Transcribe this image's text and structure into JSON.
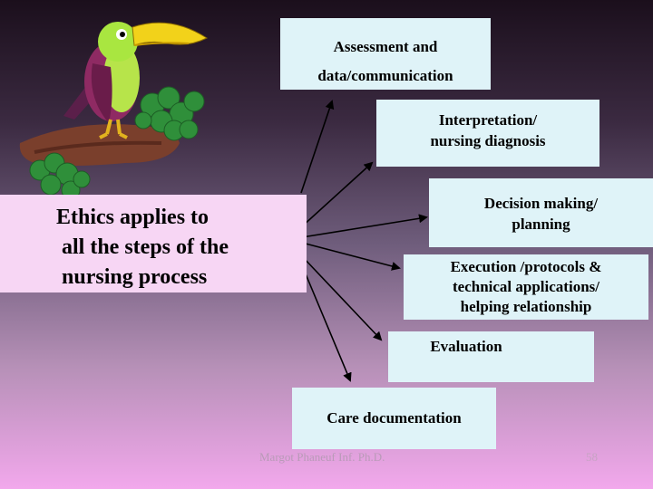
{
  "boxes": {
    "assessment": [
      "Assessment and",
      "data/communication"
    ],
    "interpretation": [
      "Interpretation/",
      "nursing diagnosis"
    ],
    "decision": [
      "Decision making/",
      "planning"
    ],
    "execution": [
      "Execution /protocols &",
      "technical applications/",
      "helping relationship"
    ],
    "evaluation": "Evaluation",
    "care": "Care documentation"
  },
  "ethics": {
    "line1": "Ethics applies to",
    "line2": " all the steps of the",
    "line3": " nursing process"
  },
  "footer": {
    "author": "Margot Phaneuf Inf. Ph.D.",
    "page": "58"
  },
  "colors": {
    "box_fill": "#dff3f8",
    "ethics_fill": "#f7d6f4",
    "arrow": "#000000"
  },
  "icons": [
    "toucan-clipart-icon"
  ]
}
